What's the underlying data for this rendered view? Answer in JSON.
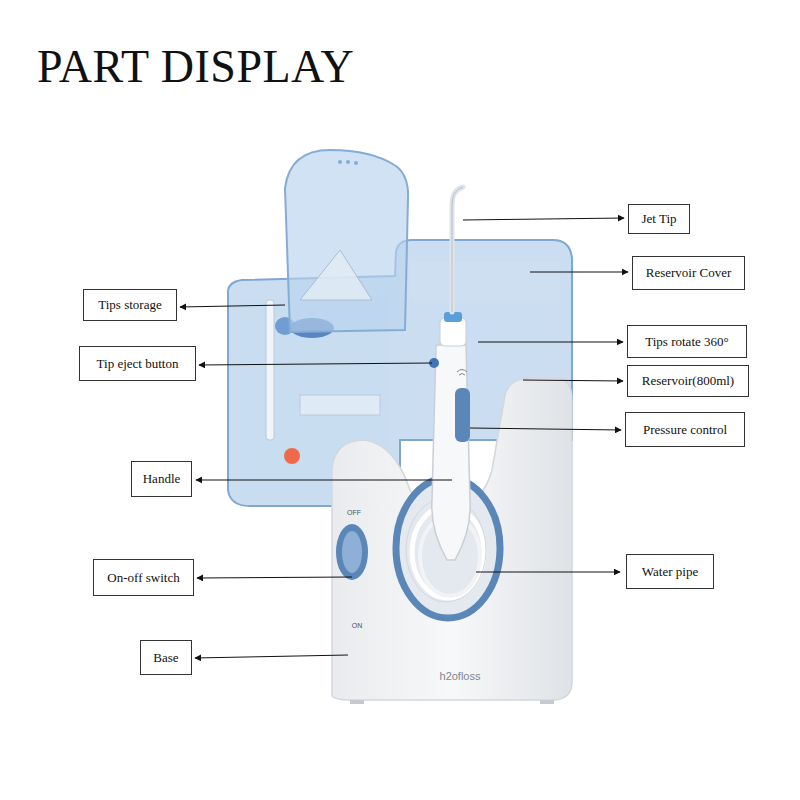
{
  "diagram": {
    "title": "PART DISPLAY",
    "nodes": [
      {
        "text": [
          "Jet Tip"
        ]
      },
      {
        "text": [
          "Reservoir Cover"
        ]
      },
      {
        "text": [
          "Tips storage"
        ]
      },
      {
        "text": [
          "Tips rotate 360°"
        ]
      },
      {
        "text": [
          "Tip eject button"
        ]
      },
      {
        "text": [
          "Reservoir(800ml)"
        ]
      },
      {
        "text": [
          "Pressure control"
        ]
      },
      {
        "text": [
          "Handle"
        ]
      },
      {
        "text": [
          "Water pipe"
        ]
      },
      {
        "text": [
          "On-off switch"
        ]
      },
      {
        "text": [
          "Base"
        ]
      }
    ],
    "labels": [
      "OFF",
      "ON",
      "h2ofloss"
    ]
  }
}
